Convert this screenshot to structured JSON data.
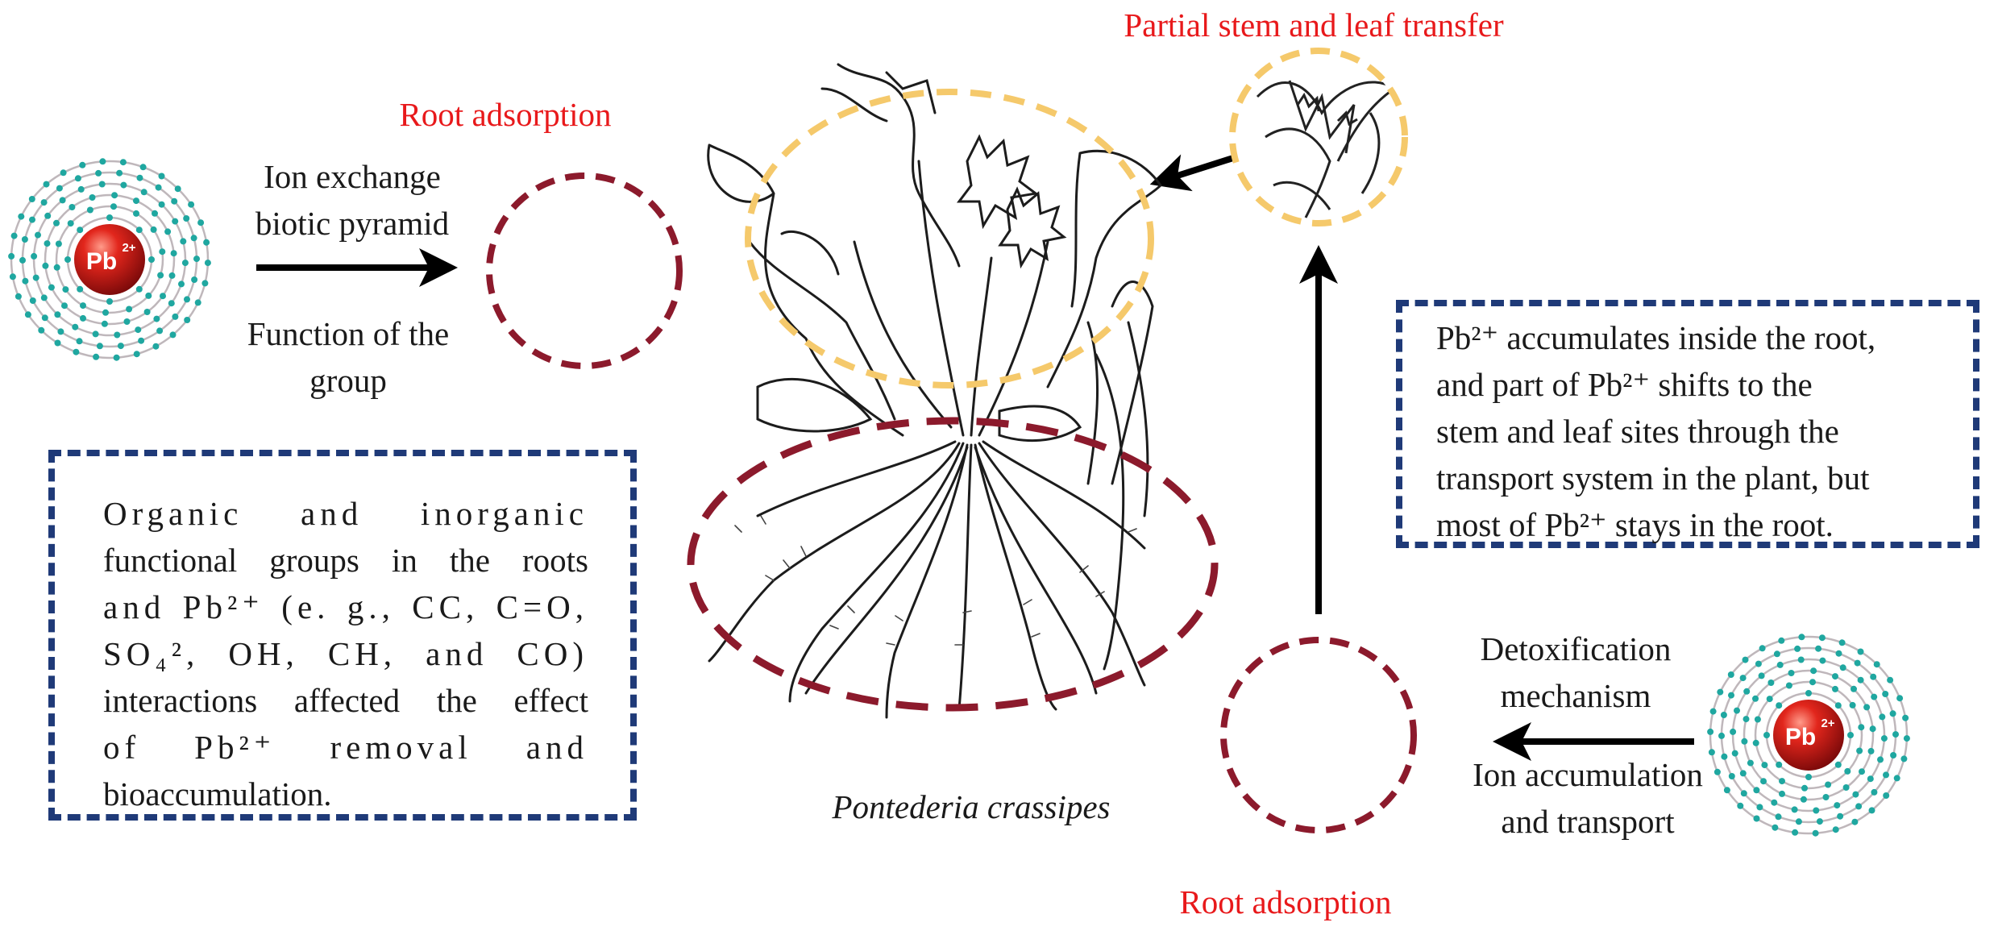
{
  "labels": {
    "root_adsorption_top": "Root adsorption",
    "root_adsorption_bottom": "Root adsorption",
    "stem_leaf_transfer": "Partial stem and leaf transfer",
    "ion_exchange": [
      "Ion exchange",
      "biotic pyramid"
    ],
    "functional_group": [
      "Function of the",
      "group"
    ],
    "detox": [
      "Detoxification",
      "mechanism"
    ],
    "ion_accumulation": [
      "Ion accumulation",
      "and transport"
    ],
    "plant_name": "Pontederia crassipes"
  },
  "ion": {
    "symbol": "Pb",
    "charge": "2+"
  },
  "box_left": [
    "Organic and inorganic",
    "functional groups in the roots",
    "and Pb²⁺ (e. g., CC, C=O,",
    "SO₄², OH, CH, and CO)",
    "interactions affected the effect",
    "of Pb²⁺ removal and",
    "bioaccumulation."
  ],
  "box_right": [
    "Pb²⁺ accumulates inside the root,",
    "and part of Pb²⁺ shifts to the",
    "stem and leaf sites through the",
    "transport system in the plant, but",
    "most of Pb²⁺ stays in the root."
  ],
  "colors": {
    "accent_red": "#e8191b",
    "root_circle": "#8c1a2c",
    "leaf_ellipse": "#f5c96b",
    "box_border": "#1f3a78",
    "electron": "#1fa7a0",
    "ion_sphere": "#c8171b"
  }
}
